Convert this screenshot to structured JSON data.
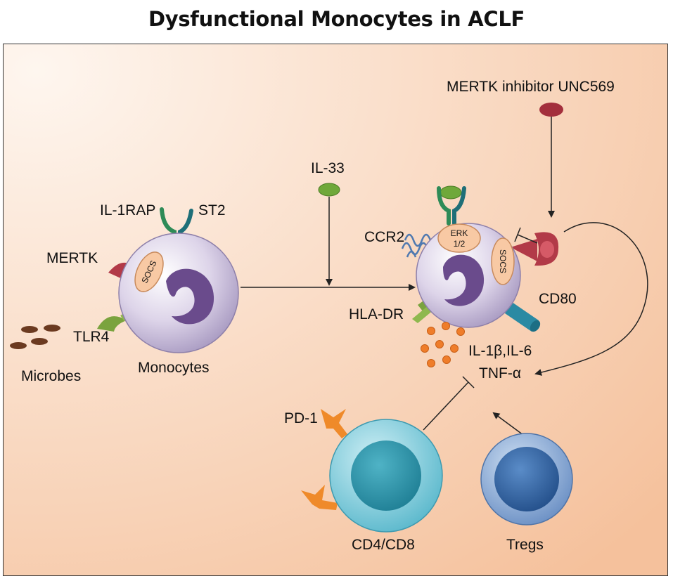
{
  "title": "Dysfunctional Monocytes in ACLF",
  "labels": {
    "il1rap": "IL-1RAP",
    "st2": "ST2",
    "mertk": "MERTK",
    "tlr4": "TLR4",
    "microbes": "Microbes",
    "monocytes": "Monocytes",
    "il33": "IL-33",
    "ccr2": "CCR2",
    "erk_line1": "ERK",
    "erk_line2": "1/2",
    "socs_left": "SOCS",
    "socs_right": "SOCS",
    "hladr": "HLA-DR",
    "cd80": "CD80",
    "cytokines_line1": "IL-1β,IL-6",
    "cytokines_line2": "TNF-α",
    "inhibitor": "MERTK inhibitor UNC569",
    "pd1": "PD-1",
    "cd4cd8": "CD4/CD8",
    "tregs": "Tregs"
  },
  "colors": {
    "background_light": "#fdf0e6",
    "background_warm": "#f6c7a3",
    "monocyte_body": "#d6cde4",
    "nucleus": "#6a4b8c",
    "socs_fill": "#f8c9a4",
    "receptor_green": "#2e8b57",
    "receptor_teal": "#1f6f78",
    "mertk_red": "#b23a48",
    "tlr4_green": "#7aa33e",
    "il33_green": "#6fa83a",
    "ccr2_blue": "#4f79b0",
    "cd80_teal": "#2b8aa3",
    "cytokine_orange": "#ef7d2a",
    "microbe_brown": "#6b3a20",
    "tcell_cyan": "#5ab8cc",
    "treg_blue": "#3f73b0",
    "pd1_orange": "#ef8a2a"
  }
}
